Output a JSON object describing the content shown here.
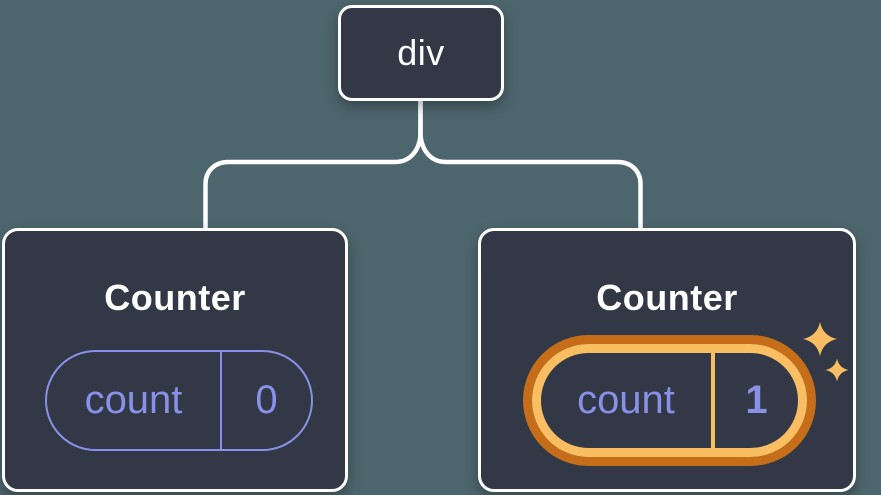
{
  "colors": {
    "background": "#4d666d",
    "node_fill": "#323845",
    "node_border": "#ffffff",
    "connector_line": "#ffffff",
    "state_purple": "#8890e8",
    "highlight_orange_dark": "#c56d18",
    "highlight_orange_light": "#f9bd62"
  },
  "tree": {
    "root": {
      "label": "div"
    },
    "children": [
      {
        "title": "Counter",
        "state": {
          "key": "count",
          "value": "0"
        },
        "highlighted": false
      },
      {
        "title": "Counter",
        "state": {
          "key": "count",
          "value": "1"
        },
        "highlighted": true,
        "icon": "sparkles-icon"
      }
    ]
  }
}
